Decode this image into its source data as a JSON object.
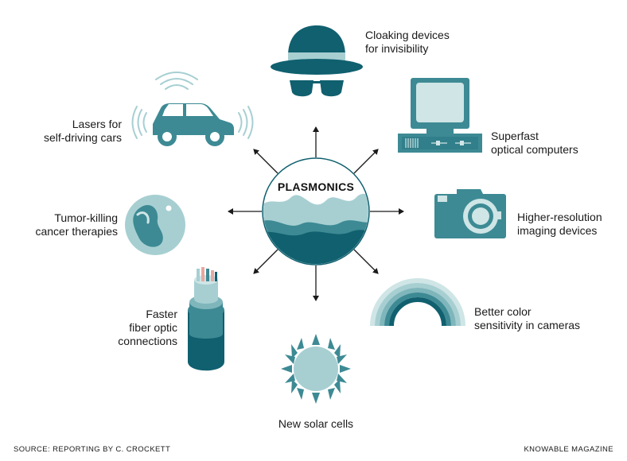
{
  "diagram": {
    "center": {
      "label": "PLASMONICS"
    },
    "applications": [
      {
        "id": "cloaking",
        "text": "Cloaking devices\nfor invisibility",
        "icon": "hat-sunglasses-icon"
      },
      {
        "id": "computers",
        "text": "Superfast\noptical computers",
        "icon": "computer-icon"
      },
      {
        "id": "imaging",
        "text": "Higher-resolution\nimaging devices",
        "icon": "camera-icon"
      },
      {
        "id": "color",
        "text": "Better color\nsensitivity in cameras",
        "icon": "rainbow-arc-icon"
      },
      {
        "id": "solar",
        "text": "New solar cells",
        "icon": "sun-icon"
      },
      {
        "id": "fiber",
        "text": "Faster\nfiber optic\nconnections",
        "icon": "fiber-cable-icon"
      },
      {
        "id": "tumor",
        "text": "Tumor-killing\ncancer therapies",
        "icon": "cell-sphere-icon"
      },
      {
        "id": "lasers",
        "text": "Lasers for\nself-driving cars",
        "icon": "car-icon"
      }
    ]
  },
  "footer": {
    "source": "SOURCE: REPORTING BY C. CROCKETT",
    "publisher": "KNOWABLE MAGAZINE"
  },
  "colors": {
    "dark_teal": "#10606f",
    "mid_teal": "#3d8a94",
    "light_teal": "#a7cfd2",
    "pale_teal": "#cfe5e6"
  }
}
